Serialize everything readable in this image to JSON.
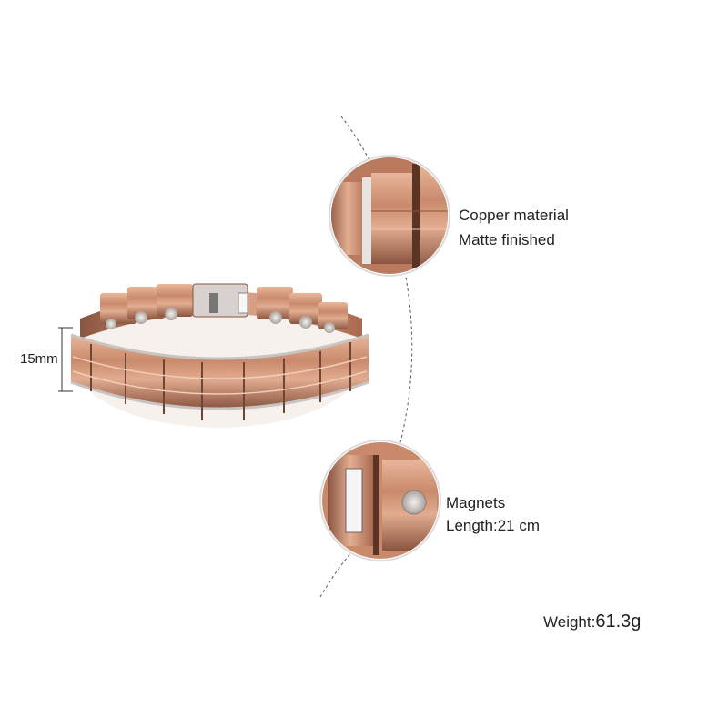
{
  "dimension": {
    "width_label": "15mm"
  },
  "callout_material": {
    "line1": "Copper material",
    "line2": "Matte finished"
  },
  "callout_magnets": {
    "line1": "Magnets",
    "line2": "Length:21 cm"
  },
  "weight": {
    "label": "Weight:",
    "value": "61.3g"
  },
  "colors": {
    "copper": "#c98a6b",
    "copper_dark": "#8a5540",
    "steel": "#d8d6d4"
  }
}
